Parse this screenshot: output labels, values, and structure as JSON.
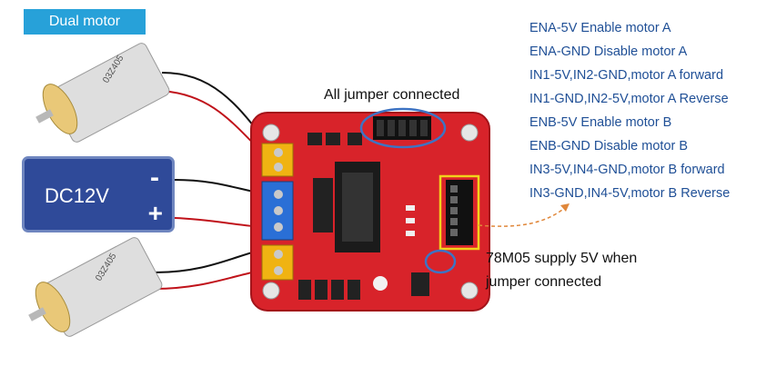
{
  "title_tag": "Dual motor",
  "power": {
    "voltage": "DC12V",
    "neg": "-",
    "pos": "+"
  },
  "annotations": {
    "jumper": "All jumper connected",
    "supply_line1": "78M05 supply 5V when",
    "supply_line2": "jumper connected"
  },
  "legend": [
    "ENA-5V Enable motor A",
    "ENA-GND Disable motor A",
    "IN1-5V,IN2-GND,motor A forward",
    "IN1-GND,IN2-5V,motor A Reverse",
    "ENB-5V Enable motor B",
    "ENB-GND Disable motor B",
    "IN3-5V,IN4-GND,motor B forward",
    "IN3-GND,IN4-5V,motor B Reverse"
  ],
  "motor_marking": "03Z405",
  "colors": {
    "board": "#d8232a",
    "tag": "#27a1d9",
    "battery": "#2f4a99",
    "legend_text": "#1f4f96",
    "highlight_blue": "#3d74c4",
    "highlight_yellow": "#f2d21b",
    "arrow": "#e0873a"
  }
}
